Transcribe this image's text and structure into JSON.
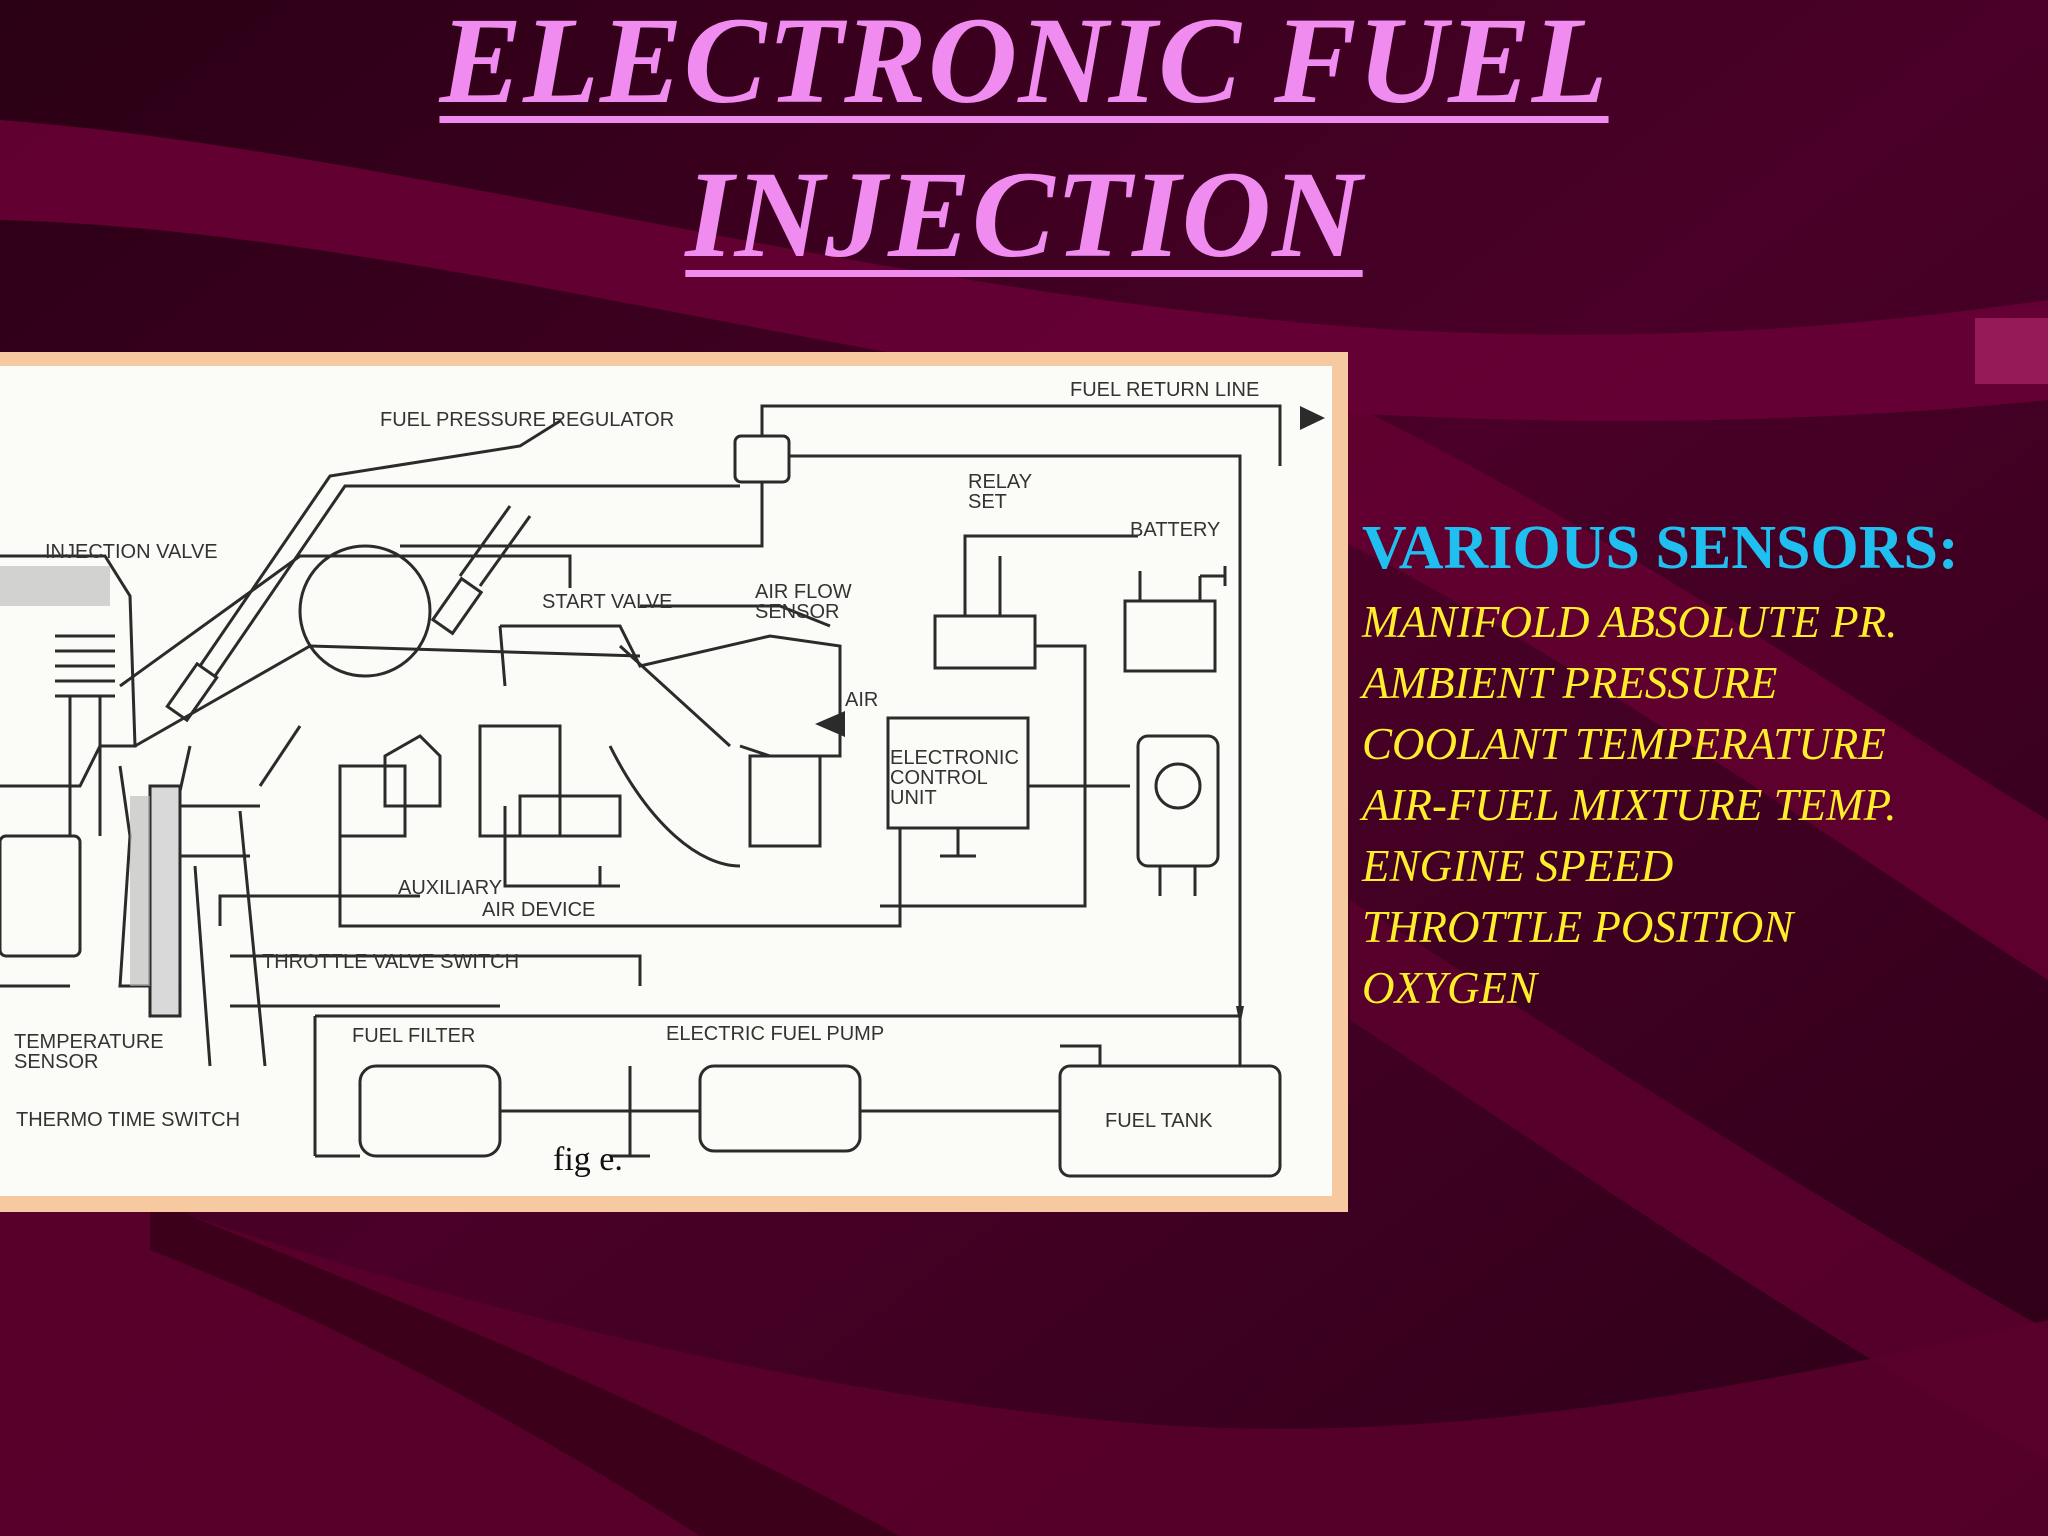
{
  "slide": {
    "title_line1": "ELECTRONIC FUEL",
    "title_line2": "INJECTION"
  },
  "figure": {
    "caption": "fig e.",
    "labels": {
      "fuel_pressure_regulator": "FUEL PRESSURE REGULATOR",
      "fuel_return_line": "FUEL RETURN LINE",
      "relay_set_1": "RELAY",
      "relay_set_2": "SET",
      "battery": "BATTERY",
      "injection_valve": "INJECTION VALVE",
      "start_valve": "START VALVE",
      "air_flow_sensor_1": "AIR FLOW",
      "air_flow_sensor_2": "SENSOR",
      "air": "AIR",
      "ecu_1": "ELECTRONIC",
      "ecu_2": "CONTROL",
      "ecu_3": "UNIT",
      "auxiliary_air_device_1": "AUXILIARY",
      "auxiliary_air_device_2": "AIR DEVICE",
      "throttle_valve_switch": "THROTTLE VALVE SWITCH",
      "temperature_sensor_1": "TEMPERATURE",
      "temperature_sensor_2": "SENSOR",
      "thermo_time_switch": "THERMO TIME SWITCH",
      "fuel_filter": "FUEL FILTER",
      "electric_fuel_pump": "ELECTRIC FUEL PUMP",
      "fuel_tank": "FUEL TANK"
    }
  },
  "sensors": {
    "heading": "VARIOUS SENSORS:",
    "items": [
      "MANIFOLD ABSOLUTE PR.",
      "AMBIENT PRESSURE",
      "COOLANT TEMPERATURE",
      "AIR-FUEL MIXTURE TEMP.",
      "ENGINE SPEED",
      "THROTTLE POSITION",
      "OXYGEN"
    ]
  },
  "colors": {
    "title": "#f08cf0",
    "heading": "#1fbff0",
    "sensor_text": "#ffee2a",
    "background": "#3a0020"
  }
}
